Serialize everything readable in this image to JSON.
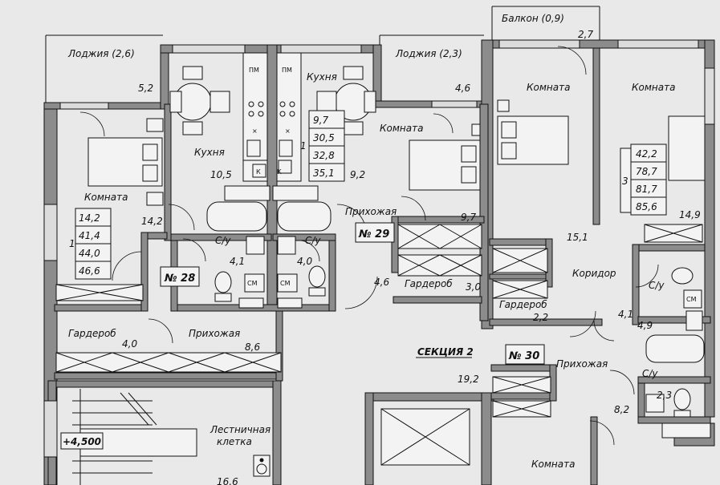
{
  "rooms": {
    "balcony": "Балкон (0,9)",
    "loggia_left": "Лоджия (2,6)",
    "loggia_mid": "Лоджия (2,3)",
    "kitchen_a": "Кухня",
    "kitchen_b": "Кухня",
    "room_a": "Комната",
    "room_b": "Комната",
    "room_c": "Комната",
    "room_d": "Комната",
    "room_e": "Комната",
    "hall_a": "Прихожая",
    "hall_b": "Прихожая",
    "hall_c": "Прихожая",
    "bath_a": "С/у",
    "bath_b": "С/у",
    "bath_c": "С/у",
    "bath_d": "С/у",
    "wardrobe_a": "Гардероб",
    "wardrobe_b": "Гардероб",
    "wardrobe_c": "Гардероб",
    "corridor": "Коридор",
    "stairs_line1": "Лестничная",
    "stairs_line2": "клетка"
  },
  "areas": {
    "balcony": "2,7",
    "loggia_left": "5,2",
    "loggia_mid": "4,6",
    "kitchen_a": "10,5",
    "kitchen_b": "9,2",
    "room_a": "14,2",
    "room_b": "9,7",
    "room_d": "14,9",
    "corridor": "15,1",
    "bath_a": "4,1",
    "bath_b": "4,0",
    "bath_c": "4,1",
    "bath_d": "2,3",
    "hall_a": "8,6",
    "wardrobe_a": "4,0",
    "hall_b": "4,6",
    "wardrobe_b": "3,0",
    "wardrobe_c": "2,2",
    "hall_c": "19,2",
    "room_e_left": "4,9",
    "hall_c_right": "8,2",
    "stairs": "16,6"
  },
  "apartments": [
    {
      "number": "№ 28",
      "rooms_count": "1",
      "values": [
        "14,2",
        "41,4",
        "44,0",
        "46,6"
      ]
    },
    {
      "number": "№ 29",
      "rooms_count": "1",
      "values": [
        "9,7",
        "30,5",
        "32,8",
        "35,1"
      ]
    },
    {
      "number": "№ 30",
      "rooms_count": "3",
      "values": [
        "42,2",
        "78,7",
        "81,7",
        "85,6"
      ]
    }
  ],
  "section": "СЕКЦИЯ 2",
  "level": "+4,500",
  "fixtures": {
    "pm": "ПМ",
    "sm": "СМ",
    "k": "К",
    "x": "×"
  }
}
